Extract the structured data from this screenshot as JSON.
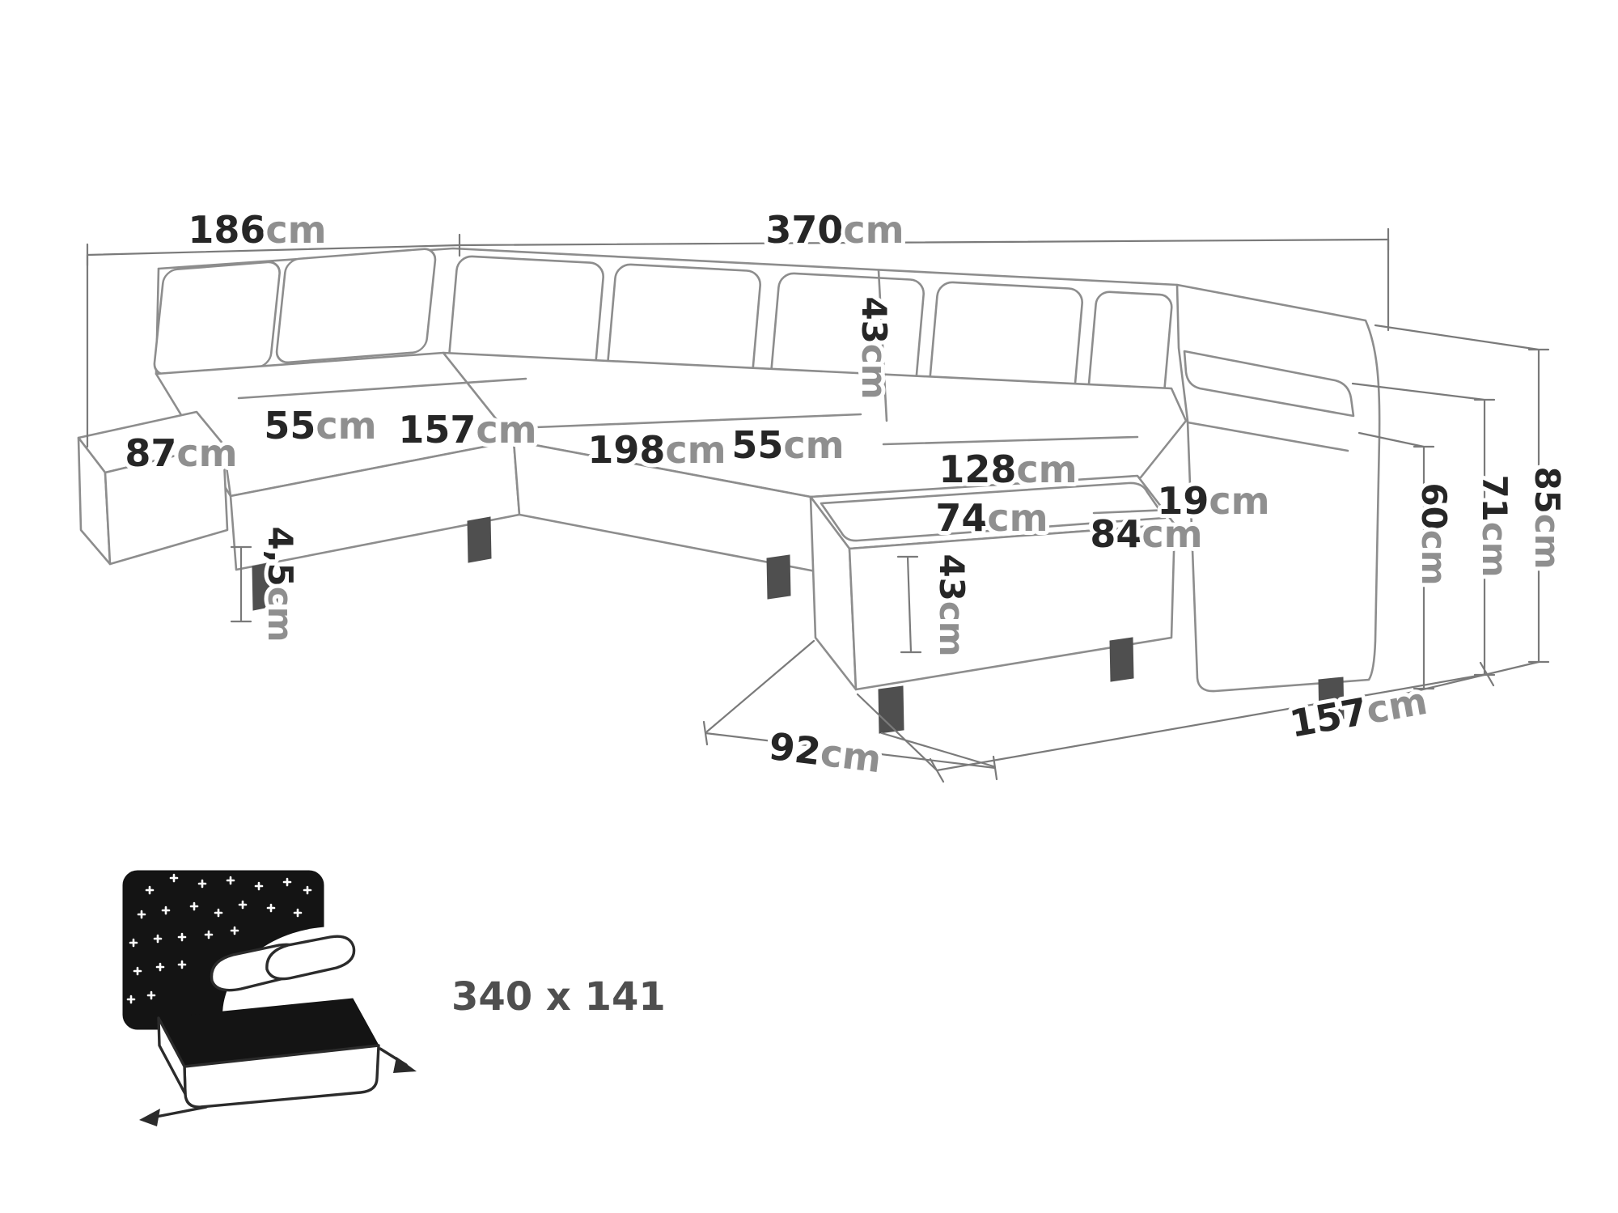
{
  "diagram": {
    "type": "furniture-dimension-drawing",
    "subject": "u-shaped-corner-sofa",
    "unit": "cm"
  },
  "dims": {
    "total_width_left": {
      "value": "186",
      "unit": "cm"
    },
    "total_width_main": {
      "value": "370",
      "unit": "cm"
    },
    "left_armrest": {
      "value": "87",
      "unit": "cm"
    },
    "left_back_cushion": {
      "value": "55",
      "unit": "cm"
    },
    "left_seat": {
      "value": "157",
      "unit": "cm"
    },
    "main_seat": {
      "value": "198",
      "unit": "cm"
    },
    "back_cushion": {
      "value": "55",
      "unit": "cm"
    },
    "back_cushion_height": {
      "value": "43",
      "unit": "cm"
    },
    "right_seat": {
      "value": "128",
      "unit": "cm"
    },
    "armrest_top": {
      "value": "19",
      "unit": "cm"
    },
    "chaise_cushion": {
      "value": "74",
      "unit": "cm"
    },
    "right_arm": {
      "value": "84",
      "unit": "cm"
    },
    "chaise_height": {
      "value": "43",
      "unit": "cm"
    },
    "leg_clearance": {
      "value": "4,5",
      "unit": "cm"
    },
    "seat_height": {
      "value": "60",
      "unit": "cm"
    },
    "arm_height": {
      "value": "71",
      "unit": "cm"
    },
    "total_height": {
      "value": "85",
      "unit": "cm"
    },
    "chaise_depth": {
      "value": "92",
      "unit": "cm"
    },
    "total_depth": {
      "value": "157",
      "unit": "cm"
    }
  },
  "sleeping_area": {
    "value": "340 x 141"
  },
  "icons": {
    "sleep_function": "sofa-bed-night-stars-icon"
  },
  "colors": {
    "background": "#ffffff",
    "drawing_line": "#8d8d8d",
    "dimension_line": "#7a7a7a",
    "number_text": "#262626",
    "unit_text": "#8f8f8f",
    "icon_dark": "#141414",
    "sleeping_text": "#4f4f4f"
  }
}
